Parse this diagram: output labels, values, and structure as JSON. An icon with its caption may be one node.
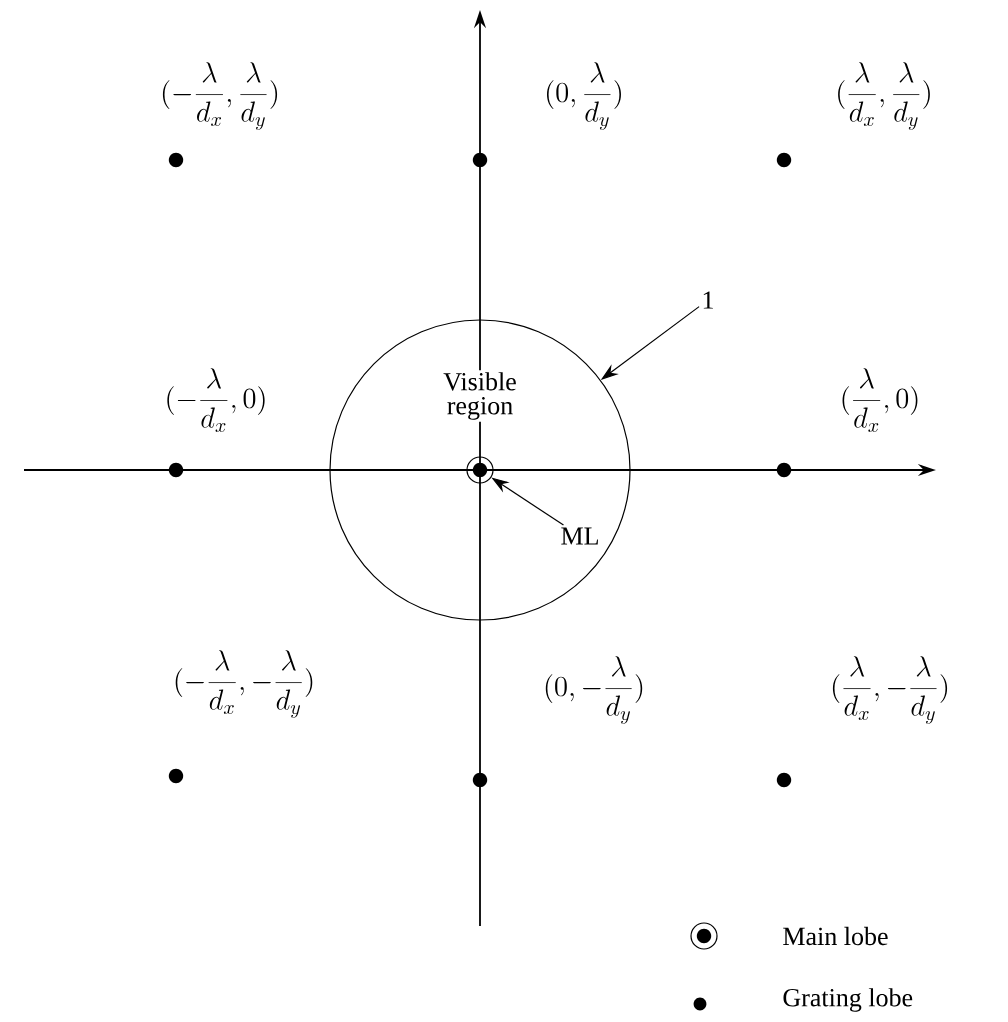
{
  "diagram": {
    "nodes": [
      {
        "text": [
          "1"
        ]
      },
      {
        "text": [
          "Visible region"
        ]
      },
      {
        "text": [],
        "shape": "circle",
        "in": 1
      },
      {
        "text": [
          "ML"
        ],
        "in": 1
      }
    ],
    "edges": [
      {
        "from": 0,
        "to": 1,
        "arrow": "to"
      },
      {
        "from": 3,
        "to": 2,
        "arrow": "to"
      }
    ],
    "labels": [
      "(-\\frac{\\lambda}{d_x},\\frac{\\lambda}{d_y})",
      "(0,\\frac{\\lambda}{d_y})",
      "(\\frac{\\lambda}{d_x},\\frac{\\lambda}{d_y})",
      "(-\\frac{\\lambda}{d_x},0)",
      "(\\frac{\\lambda}{d_x},0)",
      "(-\\frac{\\lambda}{d_x},-\\frac{\\lambda}{d_y})",
      "(0,-\\frac{\\lambda}{d_y})",
      "(\\frac{\\lambda}{d_x},-\\frac{\\lambda}{d_y})"
    ],
    "legend": [
      {
        "text": "Main lobe"
      },
      {
        "text": "Grating lobe"
      }
    ]
  }
}
